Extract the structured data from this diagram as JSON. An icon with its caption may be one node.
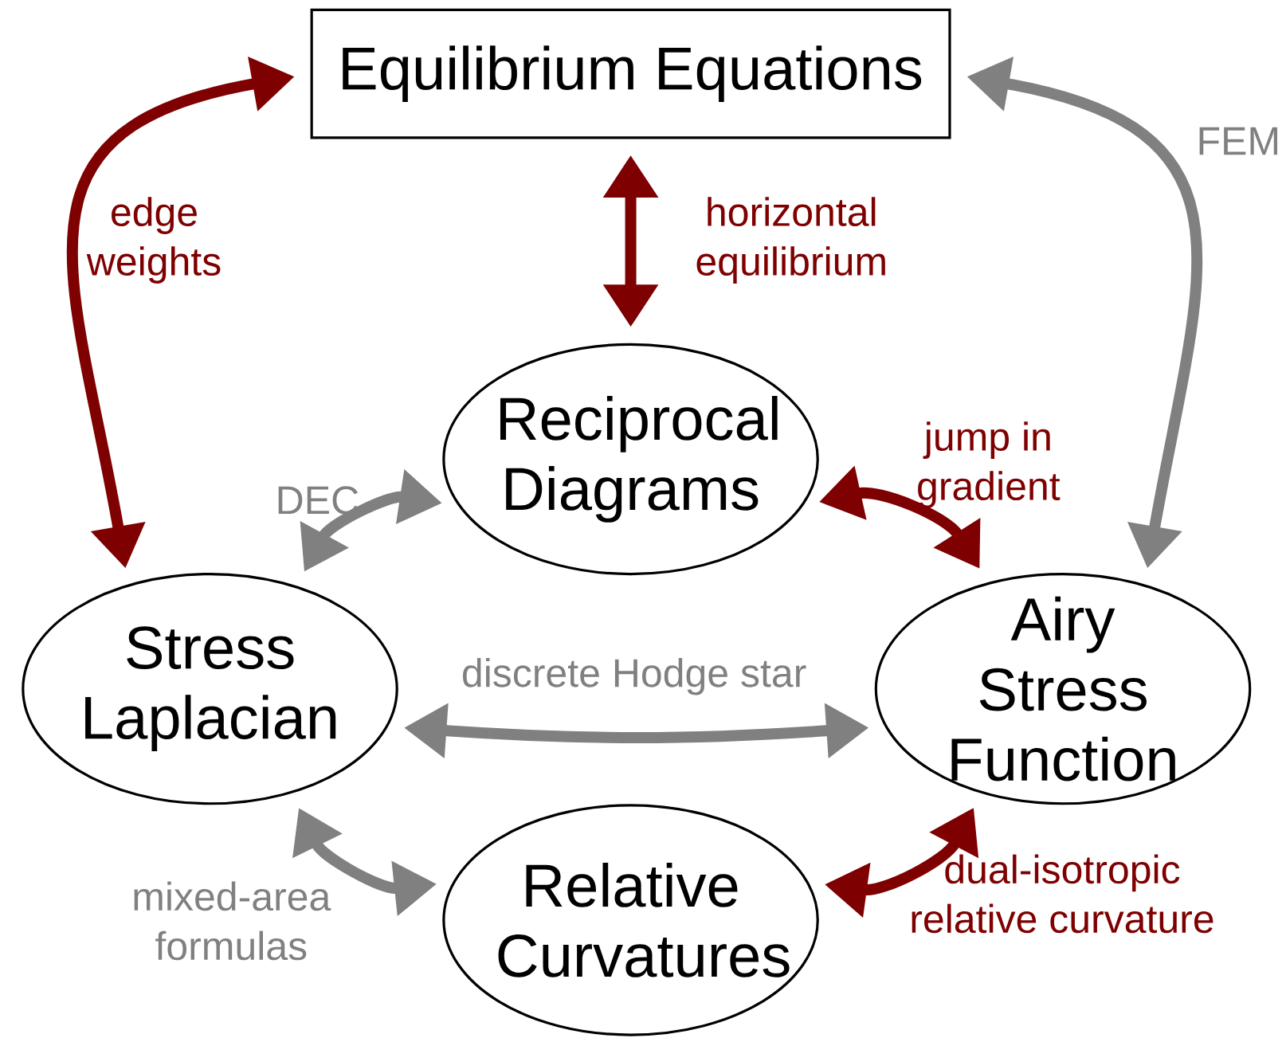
{
  "diagram": {
    "nodes": [
      {
        "text": [
          "Equilibrium Equations"
        ]
      },
      {
        "text": [
          "Reciprocal Diagrams"
        ]
      },
      {
        "text": [
          "Stress Laplacian"
        ]
      },
      {
        "text": [
          "Airy Stress Function"
        ]
      },
      {
        "text": [
          "Relative Curvatures"
        ]
      }
    ],
    "edges": [
      {
        "from": 0,
        "to": 2,
        "arrow": "both",
        "label": "edge weights",
        "color": "#7f0000"
      },
      {
        "from": 0,
        "to": 1,
        "arrow": "both",
        "label": "horizontal equilibrium",
        "color": "#7f0000"
      },
      {
        "from": 0,
        "to": 3,
        "arrow": "both",
        "label": "FEM",
        "color": "#808080"
      },
      {
        "from": 1,
        "to": 2,
        "arrow": "both",
        "label": "DEC",
        "color": "#808080"
      },
      {
        "from": 1,
        "to": 3,
        "arrow": "both",
        "label": "jump in gradient",
        "color": "#7f0000"
      },
      {
        "from": 2,
        "to": 3,
        "arrow": "both",
        "label": "discrete Hodge star",
        "color": "#808080"
      },
      {
        "from": 2,
        "to": 4,
        "arrow": "both",
        "label": "mixed-area formulas",
        "color": "#808080"
      },
      {
        "from": 3,
        "to": 4,
        "arrow": "both",
        "label": "dual-isotropic relative curvature",
        "color": "#7f0000"
      }
    ]
  }
}
